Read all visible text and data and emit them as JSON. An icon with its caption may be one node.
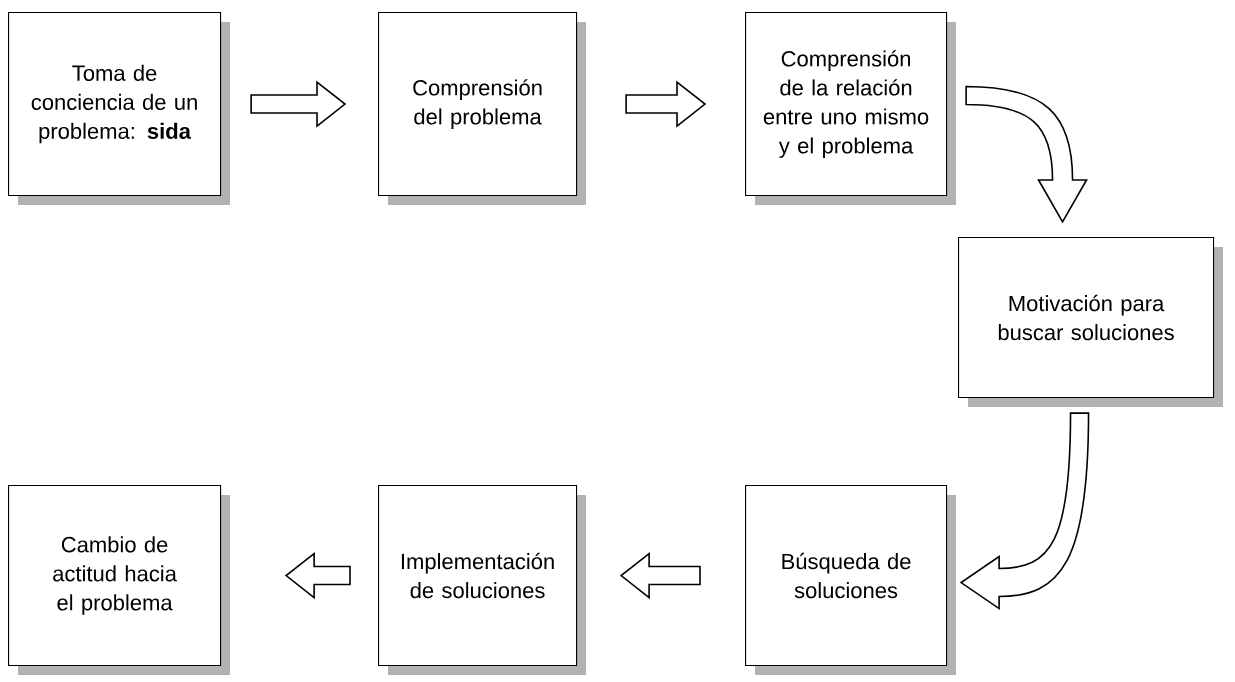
{
  "diagram": {
    "nodes": [
      {
        "text": [
          "Toma de conciencia de un problema: **sida**"
        ]
      },
      {
        "text": [
          "Comprensión del problema"
        ]
      },
      {
        "text": [
          "Comprensión de la relación entre uno mismo y el problema"
        ]
      },
      {
        "text": [
          "Motivación para buscar soluciones"
        ]
      },
      {
        "text": [
          "Búsqueda de soluciones"
        ]
      },
      {
        "text": [
          "Implementación de soluciones"
        ]
      },
      {
        "text": [
          "Cambio de actitud hacia el problema"
        ]
      }
    ],
    "edges": [
      {
        "from": 0,
        "to": 1,
        "arrow": "to"
      },
      {
        "from": 1,
        "to": 2,
        "arrow": "to"
      },
      {
        "from": 2,
        "to": 3,
        "arrow": "to"
      },
      {
        "from": 3,
        "to": 4,
        "arrow": "to"
      },
      {
        "from": 4,
        "to": 5,
        "arrow": "to"
      },
      {
        "from": 5,
        "to": 6,
        "arrow": "to"
      }
    ]
  }
}
